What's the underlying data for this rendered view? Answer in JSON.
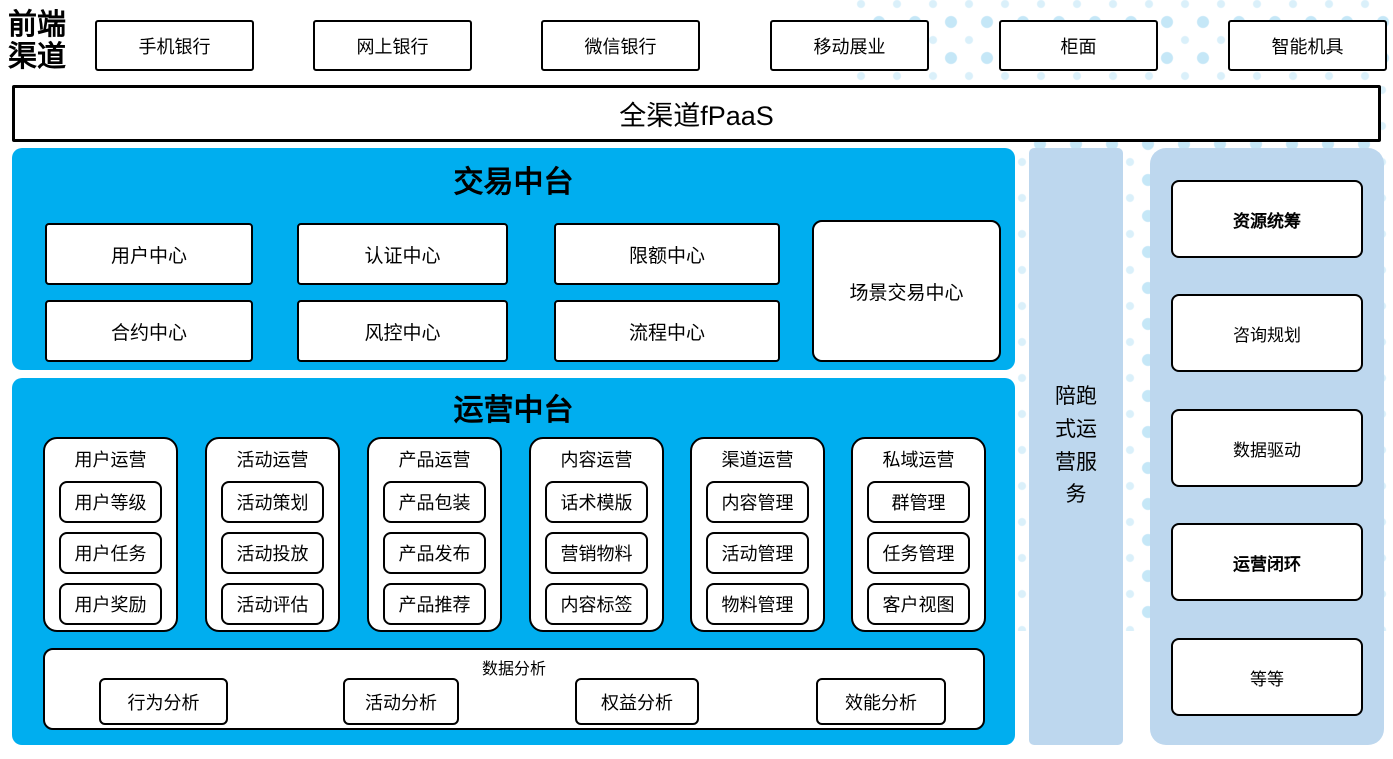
{
  "front_channels": {
    "label": "前端渠道",
    "items": [
      "手机银行",
      "网上银行",
      "微信银行",
      "移动展业",
      "柜面",
      "智能机具"
    ]
  },
  "fpaas": {
    "label": "全渠道fPaaS"
  },
  "trading": {
    "title": "交易中台",
    "boxes": [
      "用户中心",
      "认证中心",
      "限额中心",
      "合约中心",
      "风控中心",
      "流程中心"
    ],
    "scene_box": "场景交易中心"
  },
  "operations": {
    "title": "运营中台",
    "columns": [
      {
        "header": "用户运营",
        "items": [
          "用户等级",
          "用户任务",
          "用户奖励"
        ]
      },
      {
        "header": "活动运营",
        "items": [
          "活动策划",
          "活动投放",
          "活动评估"
        ]
      },
      {
        "header": "产品运营",
        "items": [
          "产品包装",
          "产品发布",
          "产品推荐"
        ]
      },
      {
        "header": "内容运营",
        "items": [
          "话术模版",
          "营销物料",
          "内容标签"
        ]
      },
      {
        "header": "渠道运营",
        "items": [
          "内容管理",
          "活动管理",
          "物料管理"
        ]
      },
      {
        "header": "私域运营",
        "items": [
          "群管理",
          "任务管理",
          "客户视图"
        ]
      }
    ],
    "data_analysis": {
      "title": "数据分析",
      "items": [
        "行为分析",
        "活动分析",
        "权益分析",
        "效能分析"
      ]
    }
  },
  "companion": {
    "label": "陪跑式运营服务"
  },
  "right_panel": {
    "items": [
      {
        "label": "资源统筹",
        "bold": true
      },
      {
        "label": "咨询规划",
        "bold": false
      },
      {
        "label": "数据驱动",
        "bold": false
      },
      {
        "label": "运营闭环",
        "bold": true
      },
      {
        "label": "等等",
        "bold": false
      }
    ]
  },
  "colors": {
    "bright_blue": "#00AEEF",
    "light_blue": "#BDD7EE",
    "dot_blue": "#C5E7F7"
  }
}
